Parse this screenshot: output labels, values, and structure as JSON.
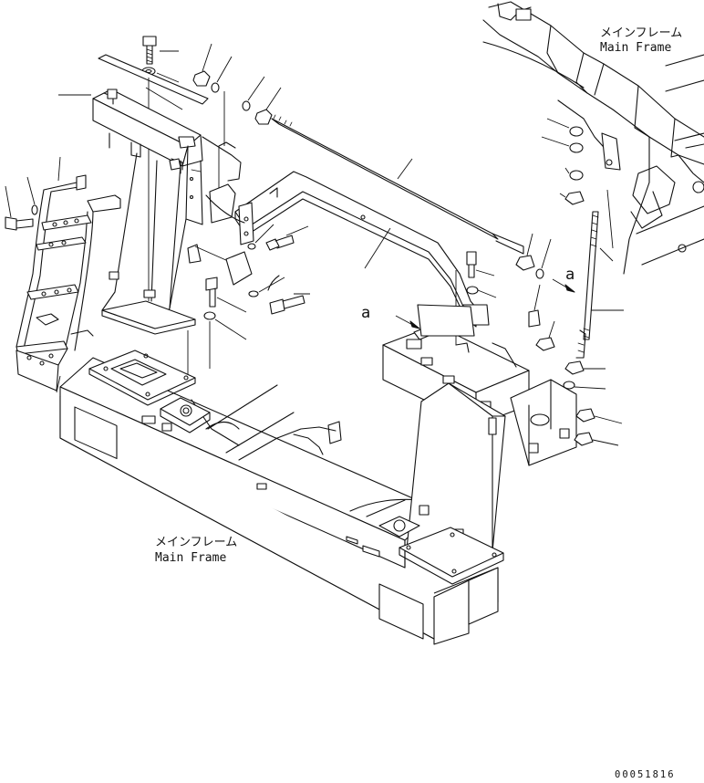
{
  "labels": {
    "main_frame_top_jp": "メインフレーム",
    "main_frame_top_en": "Main Frame",
    "main_frame_bottom_jp": "メインフレーム",
    "main_frame_bottom_en": "Main Frame",
    "view_marker_left": "a",
    "view_marker_right": "a",
    "drawing_number": "00051816"
  }
}
